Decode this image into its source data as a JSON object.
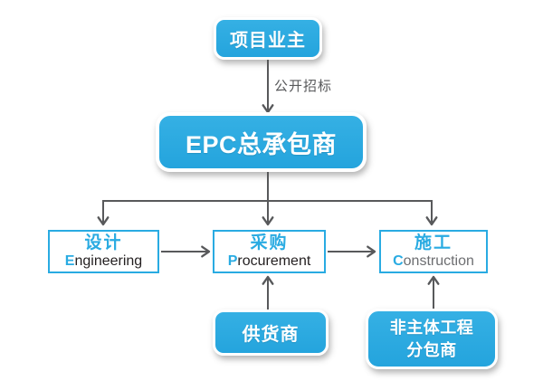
{
  "colors": {
    "node_blue": "#29abe2",
    "connector_gray": "#58595b",
    "english_dark": "#231f20",
    "english_gray": "#6d6e71",
    "background": "#ffffff"
  },
  "nodes": {
    "owner": {
      "label": "项目业主"
    },
    "epc": {
      "label": "EPC总承包商"
    },
    "design": {
      "zh": "设计",
      "en_initial": "E",
      "en_rest": "ngineering"
    },
    "procurement": {
      "zh": "采购",
      "en_initial": "P",
      "en_rest": "rocurement"
    },
    "construction": {
      "zh": "施工",
      "en_initial": "C",
      "en_rest": "onstruction"
    },
    "supplier": {
      "label": "供货商"
    },
    "subcontractor": {
      "line1": "非主体工程",
      "line2": "分包商"
    }
  },
  "edges": {
    "bidding_label": "公开招标"
  }
}
